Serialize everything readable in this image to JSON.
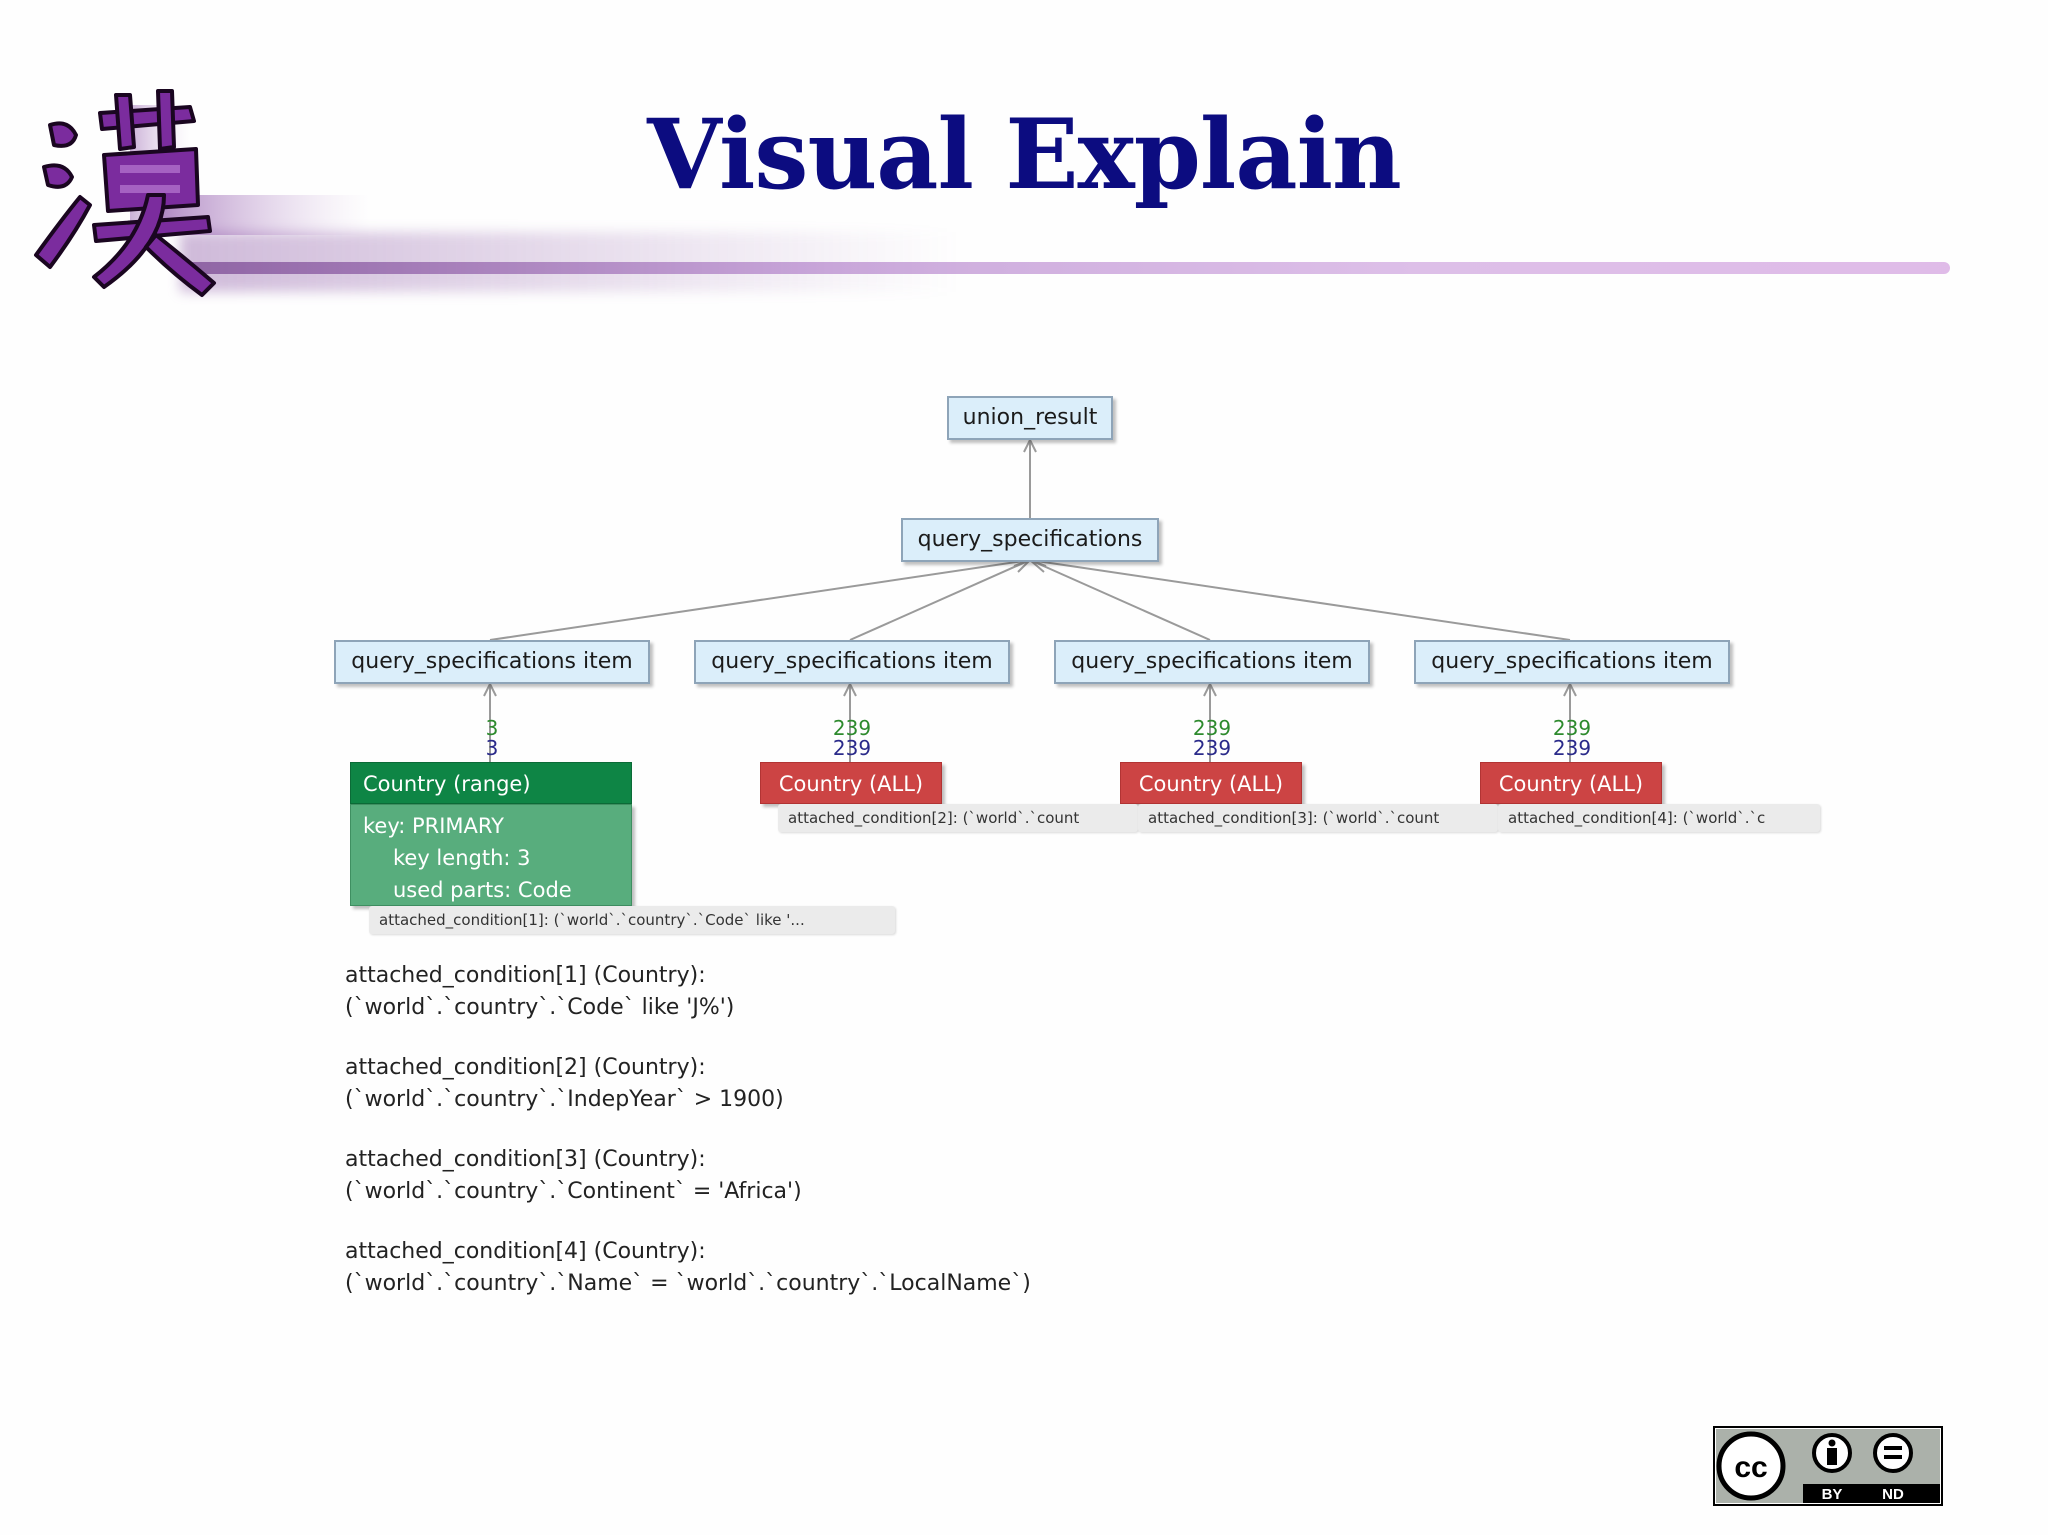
{
  "slide": {
    "title": "Visual Explain",
    "logo_icon": "kanji-han-logo",
    "accent_colors": {
      "title": "#0c0c80",
      "header_line": "#c8a0d8",
      "logo": "#7a2a9c"
    }
  },
  "diagram": {
    "root": {
      "label": "union_result"
    },
    "query_specifications": {
      "label": "query_specifications"
    },
    "items": [
      {
        "label": "query_specifications item",
        "rows_examined": "3",
        "rows_produced": "3",
        "table": {
          "label": "Country  (range)",
          "access_type": "range",
          "color": "#0e8545",
          "details": [
            "key: PRIMARY",
            "key length: 3",
            "used parts: Code"
          ]
        },
        "condition_tag": "attached_condition[1]: (`world`.`country`.`Code` like '..."
      },
      {
        "label": "query_specifications item",
        "rows_examined": "239",
        "rows_produced": "239",
        "table": {
          "label": "Country  (ALL)",
          "access_type": "ALL",
          "color": "#cc4444"
        },
        "condition_tag": "attached_condition[2]: (`world`.`count"
      },
      {
        "label": "query_specifications item",
        "rows_examined": "239",
        "rows_produced": "239",
        "table": {
          "label": "Country  (ALL)",
          "access_type": "ALL",
          "color": "#cc4444"
        },
        "condition_tag": "attached_condition[3]: (`world`.`count"
      },
      {
        "label": "query_specifications item",
        "rows_examined": "239",
        "rows_produced": "239",
        "table": {
          "label": "Country  (ALL)",
          "access_type": "ALL",
          "color": "#cc4444"
        },
        "condition_tag": "attached_condition[4]: (`world`.`c"
      }
    ]
  },
  "conditions": [
    {
      "heading": "attached_condition[1] (Country):",
      "expr": "(`world`.`country`.`Code` like 'J%')"
    },
    {
      "heading": "attached_condition[2] (Country):",
      "expr": "(`world`.`country`.`IndepYear` > 1900)"
    },
    {
      "heading": "attached_condition[3] (Country):",
      "expr": "(`world`.`country`.`Continent` = 'Africa')"
    },
    {
      "heading": "attached_condition[4] (Country):",
      "expr": "(`world`.`country`.`Name` = `world`.`country`.`LocalName`)"
    }
  ],
  "license": {
    "icon": "creative-commons-by-nd-badge",
    "labels": [
      "cc",
      "BY",
      "ND"
    ]
  }
}
